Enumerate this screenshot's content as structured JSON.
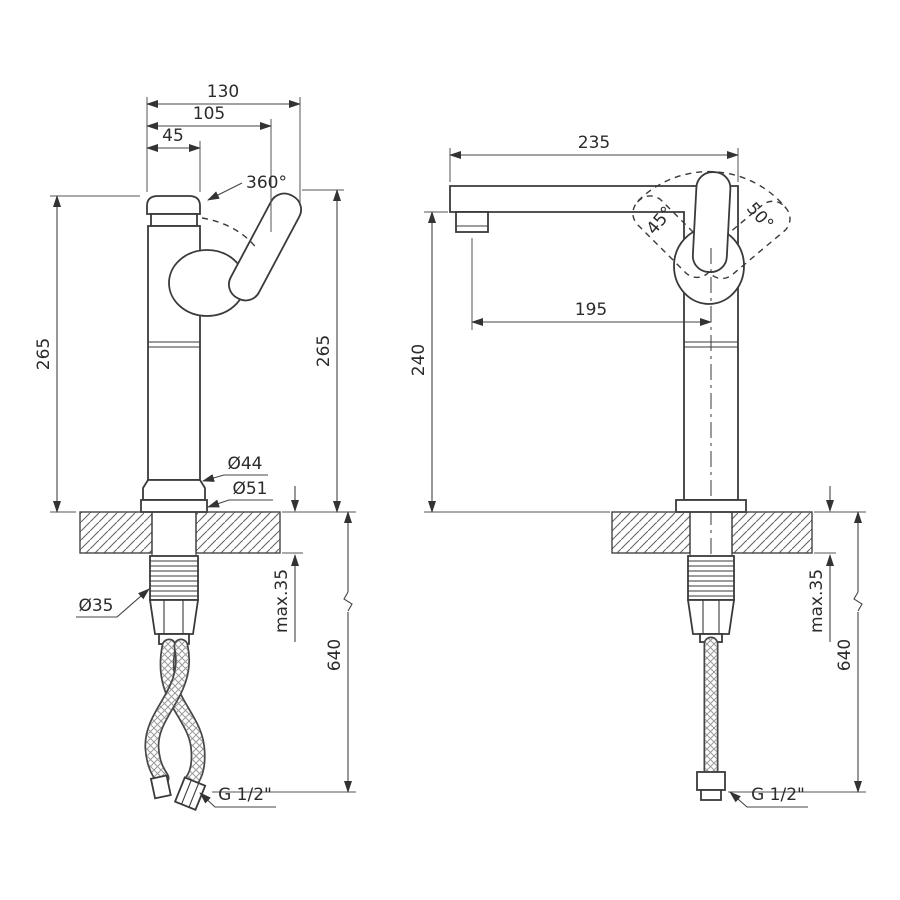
{
  "meta": {
    "description": "Technical dimension drawing of a tall single-lever kitchen faucet, front and side views",
    "colors": {
      "line": "#3a3a3a",
      "dimension": "#444444",
      "hatch": "#666666",
      "background": "#ffffff"
    }
  },
  "drawing": {
    "front": {
      "d130": "130",
      "d105": "105",
      "d45": "45",
      "swivel": "360°",
      "h_left": "265",
      "h_right": "265",
      "dia_body": "Ø44",
      "dia_base": "Ø51",
      "dia_shank": "Ø35",
      "max_counter": "max.35",
      "hose_len": "640",
      "thread": "G 1/2\""
    },
    "side": {
      "d235": "235",
      "a45": "45°",
      "a50": "50°",
      "d195": "195",
      "d240": "240",
      "max_counter": "max.35",
      "hose_len": "640",
      "thread": "G 1/2\""
    }
  }
}
